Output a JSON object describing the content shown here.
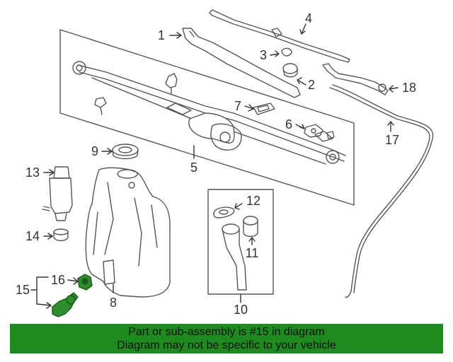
{
  "diagram": {
    "callouts": [
      "1",
      "2",
      "3",
      "4",
      "5",
      "6",
      "7",
      "8",
      "9",
      "10",
      "11",
      "12",
      "13",
      "14",
      "15",
      "16",
      "17",
      "18"
    ],
    "highlight_color": "#2e8b2e"
  },
  "banner": {
    "line1": "Part or sub-assembly is #15 in diagram",
    "line2": "Diagram may not be specific to your vehicle",
    "background": "#1f8a1f"
  }
}
